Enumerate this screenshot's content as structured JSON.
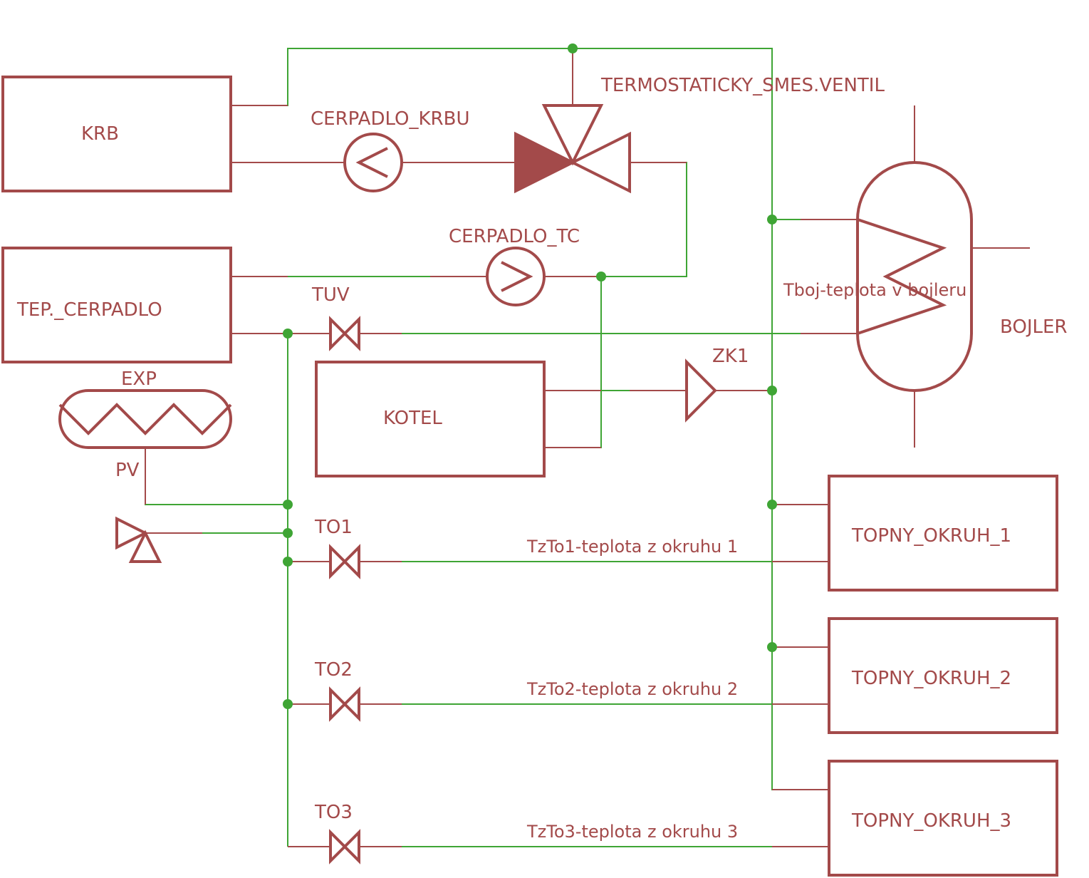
{
  "colors": {
    "component": "#a34a4a",
    "wire": "#3fa535"
  },
  "labels": {
    "krb": "KRB",
    "cerpadlo_krbu": "CERPADLO_KRBU",
    "termostaticky": "TERMOSTATICKY_SMES.VENTIL",
    "cerpadlo_tc": "CERPADLO_TC",
    "tep_cerpadlo": "TEP._CERPADLO",
    "tuv": "TUV",
    "tboj": "Tboj-teplota v bojleru",
    "bojler": "BOJLER",
    "exp": "EXP",
    "zk1": "ZK1",
    "kotel": "KOTEL",
    "pv": "PV",
    "to1": "TO1",
    "tzto1": "TzTo1-teplota z okruhu 1",
    "topny1": "TOPNY_OKRUH_1",
    "to2": "TO2",
    "tzto2": "TzTo2-teplota z okruhu 2",
    "topny2": "TOPNY_OKRUH_2",
    "to3": "TO3",
    "tzto3": "TzTo3-teplota z okruhu 3",
    "topny3": "TOPNY_OKRUH_3"
  }
}
